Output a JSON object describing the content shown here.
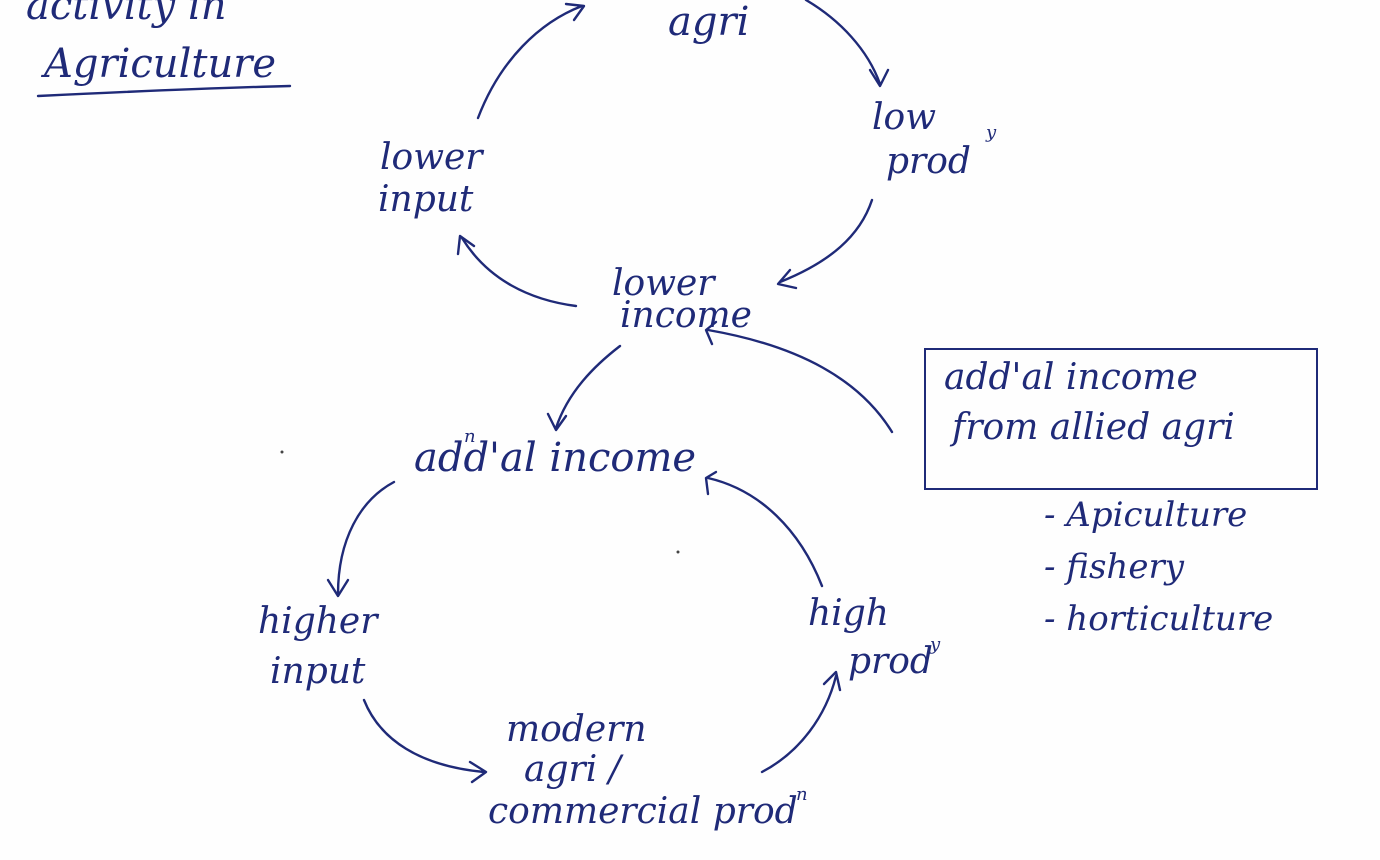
{
  "title": {
    "line1": "activity in",
    "line2": "Agriculture"
  },
  "cycle_low": {
    "top": "agri",
    "right_line1": "low",
    "right_line2": "prod",
    "right_sup": "y",
    "left_line1": "lower",
    "left_line2": "input",
    "center_line1": "lower",
    "center_line2": "income"
  },
  "cycle_high": {
    "top": "add'al income",
    "top_sup": "n",
    "left_line1": "higher",
    "left_line2": "input",
    "right_line1": "high",
    "right_line2": "prod",
    "right_sup": "y",
    "bottom_line1": "modern",
    "bottom_line2": "agri /",
    "bottom_line3": "commercial prod",
    "bottom_sup": "n"
  },
  "allied_box": {
    "line1": "add'al income",
    "line2": "from allied agri"
  },
  "allied_list": [
    "- Apiculture",
    "- fishery",
    "- horticulture"
  ]
}
